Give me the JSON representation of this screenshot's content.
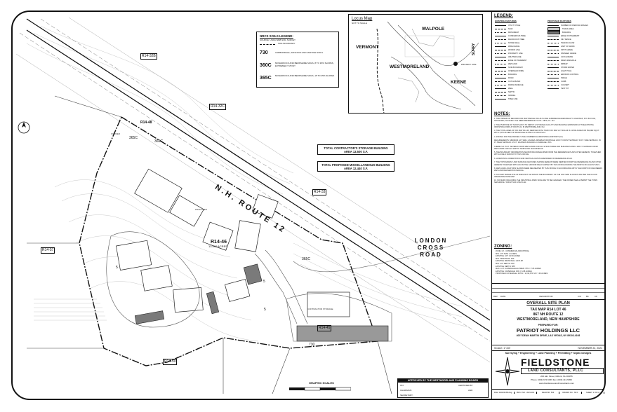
{
  "locus_map": {
    "title": "Locus Map",
    "scale": "NOT TO SCALE",
    "labels": [
      "WALPOLE",
      "VERMONT",
      "WESTMORELAND",
      "KEENE",
      "SURRY",
      "PROJECT SITE"
    ]
  },
  "soils_legend": {
    "title": "NRCS SOILS LEGEND:",
    "source": "SOURCE: USDA WEB SOIL SURVEY",
    "soil_boundary": "SOIL BOUNDARY",
    "entries": [
      {
        "code": "730",
        "desc": "CARBONDALE, SUNCOOK AND VESTIGE SOILS"
      },
      {
        "code": "360C",
        "desc": "MONADNOCK AND BERKSHIRE SOILS, 8 TO 15% SLOPES, EXTREMELY STONY"
      },
      {
        "code": "365C",
        "desc": "MONADNOCK AND BERKSHIRE SOILS, 15 TO 25% SLOPES"
      }
    ]
  },
  "plan": {
    "road_name": "N.H. ROUTE 12",
    "cross_road": "LONDON CROSS ROAD",
    "total_contractor_storage": "TOTAL CONTRACTOR'S STORAGE BUILDING AREA 13,500 S.F.",
    "total_misc_building": "TOTAL PROPOSED MISCELLANEOUS BUILDING AREA 12,440 S.F.",
    "lot_label": "R14-46",
    "lot_area": "13.590 ACRES",
    "parcels": [
      "R14-32B",
      "R14-48",
      "R14-32C",
      "R14-33",
      "R14-57",
      "R14-45",
      "R14-59"
    ],
    "soil_labels": [
      "365C",
      "360C",
      "365C",
      "730",
      "5",
      "5",
      "5"
    ],
    "approval_block": {
      "title": "APPROVED BY THE WESTMORELAND PLANNING BOARD",
      "on": "ON:",
      "chairman": "CHAIRMAN:",
      "secretary": "SECRETARY:",
      "certified_by": "CERTIFIED BY",
      "and": "AND"
    },
    "graphic_scale": "GRAPHIC SCALES"
  },
  "legend": {
    "title": "LEGEND:",
    "existing": "EXISTING FEATURES",
    "proposed": "PROPOSED FEATURES",
    "existing_items": [
      "UTILITY POLE",
      "SIGN",
      "MONUMENT",
      "CONIFEROUS TREE",
      "DECIDUOUS TREE",
      "STONE WALL",
      "WIRE FENCE",
      "WOODS LINE",
      "PROPERTY LINE",
      "ABUTTER LINE",
      "EDGE OF PAVEMENT",
      "WETLAND",
      "SOIL BOUNDARY",
      "OVERHEAD WIRE",
      "BUILDING",
      "ROAD",
      "CATCH BASIN",
      "DRAIN MANHOLE",
      "WELL",
      "SEPTIC",
      "GRAVEL",
      "TREE LINE"
    ],
    "proposed_items": [
      "NUMBER OF PARKING SPACES",
      "TRACK AREA",
      "BUILDING",
      "EDGE OF PAVEMENT",
      "SILT FENCE",
      "TRAFFIC FLOW",
      "LIMIT OF WORK",
      "SPOT GRADE",
      "FINISHED GRADE",
      "CATCH BASIN",
      "DRAIN MANHOLE",
      "RIPRAP",
      "STORM WATER",
      "LIGHT POLE",
      "EROSION CONTROL",
      "SWALE",
      "CURB",
      "CULVERT",
      "TEST PIT"
    ]
  },
  "notes": {
    "title": "NOTES:",
    "items": [
      "1. THE OWNER OF RECORD FOR MAP PARCEL R14-46 IS ONE HUNDRED ELEVEN REALTY HOLDINGS, P.O. BOX 294, SPOFFORD, NH 03462. THE DEED REFERENCE IS VOL. 2876, PG. 112.",
      "2. THE PURPOSE OF THIS PLAN IS TO DEPICT A STORAGE FACILITY AND BUILDING EXPANSION AT THE EXISTING INDUSTRIAL PARK AT ROUTE 12 IN WESTMORELAND, NH.",
      "3. THE TOTAL AREA OF TAX MAP R14-46, DERIVED WITH TOWN TAX MAP LOT R14-46 IS 13.590 ACRES OR 591,982 SQ.FT. WITH 1,570.28 FEET OF FRONTAGE ALONG N.H. ROUTE 12.",
      "4. ZONING FOR THE PARCEL IS THE COMMERCIAL/INDUSTRIAL DISTRICT (C/I).",
      "REQUIREMENTS: MINIMUM LOT SIZE: 2 ACRES. MINIMUM FRONTAGE: 200 FT. FRONT SETBACK: 50 FT. SIDE SETBACK: 25 FT. REAR SETBACK: 25 FT. MAXIMUM BUILDING COVERAGE: 35%.",
      "THERE IS A 75 FT. SETBACK FROM WETLANDS FOR ALL STRUCTURES AND BUILDINGS AND A 100 FT. SETBACK FROM WETLANDS FOR ALL SEPTIC TANKS AND LEACHFIELDS.",
      "5. THE BOUNDARY INFORMATION SHOWN WAS DEVELOPED FROM THE REFERENCE PLANS CITED HEREON, TOGETHER WITH A FIELD SURVEY BY THIS OFFICE.",
      "6. HORIZONTAL ORIENTATION AND VERTICAL DATUM ARE BASED ON REFERENCE PLAN.",
      "7. THE TOPOGRAPHY AND SURFACE FEATURES SHOWN HEREON WERE DERIVED FROM THE REFERENCE PLANS CITED HEREON TOGETHER WITH AN ON THE GROUND FIELD SURVEY BY THIS OFFICE DURING THE MONTH OF AUGUST 2021.",
      "8. WETLAND LOCATIONS SHOWN WERE DELINEATED BY THIS OFFICE IN ACCORDANCE WITH THE CORPS OF ENGINEERS WETLAND DELINEATION MANUAL.",
      "9. TAX MAP PARCEL R14-46 DOES NOT LIE WITHIN THE BOUNDARY OF THE 100-YEAR FLOOD PLAIN PER THE FLOOD INSURANCE RATE MAP.",
      "10. NO MARK INCLUDING THE INDUSTRIAL PARK SIGN ARE TO BE CHANGED. THE OWNER SHALL PERMIT THE TOWN SEPARATELY FROM THIS SITE PLAN."
    ]
  },
  "zoning": {
    "title": "ZONING:",
    "lines": [
      "ZONE: C/I - COMMERCIAL/INDUSTRIAL",
      "MIN. LOT SIZE: 2 ACRES",
      "EXISTING LOT: 13.59 ACRES",
      "MIN. FRONTAGE: 200'",
      "EXISTING FRONTAGE: 1,570.28'",
      "MIN. LOT DEPTH: 150'",
      "EXISTING DEPTH: 580'",
      "MAX. LOT COVERAGE ALLOWED: 75% = 7.05 ACRES",
      "EXISTING COVERAGE: 45% = 6.08 ACRES",
      "PROPOSED COVERAGE: 48.5% = 2,014,871 SF / 7.40 ACRES"
    ]
  },
  "revisions": {
    "cols": [
      "REV.",
      "DATE",
      "DESCRIPTION",
      "C/O",
      "BK",
      "CK"
    ]
  },
  "title_block": {
    "sheet_title": "OVERALL SITE PLAN",
    "tax_map": "TAX MAP R14 LOT 46",
    "address": "867 NH ROUTE 12",
    "town": "WESTMORELAND, NEW HAMPSHIRE",
    "prepared_for": "PREPARED FOR:",
    "client": "PATRIOT HOLDINGS LLC",
    "client_address": "4007 DEAN MARTIN DRIVE, LAS VEGAS, NV 89103-4108",
    "scale": "SCALE: 1\"=60'",
    "date": "NOVEMBER 22, 2021",
    "services": "Surveying + Engineering + Land Planning + Permitting + Septic Designs",
    "firm": "FIELDSTONE",
    "firm_sub": "LAND CONSULTANTS, PLLC",
    "firm_address": "206 Elm Street, Milford, NH 03055",
    "firm_phone": "Phone: (603) 672-5456   Fax: (603) 413-5456",
    "firm_web": "www.FieldstoneLandConsultants.com",
    "footer": [
      "FILE: 2021031SP.dwg",
      "PROJ. NO.: 2021-031",
      "FIELD BK: 543",
      "DRAWN NO.: SP-1",
      "SHEET: 1 OF 11"
    ]
  },
  "colors": {
    "ink": "#111111",
    "gray": "#7a7a7a",
    "light": "#c8c8c8",
    "building": "#555555"
  }
}
